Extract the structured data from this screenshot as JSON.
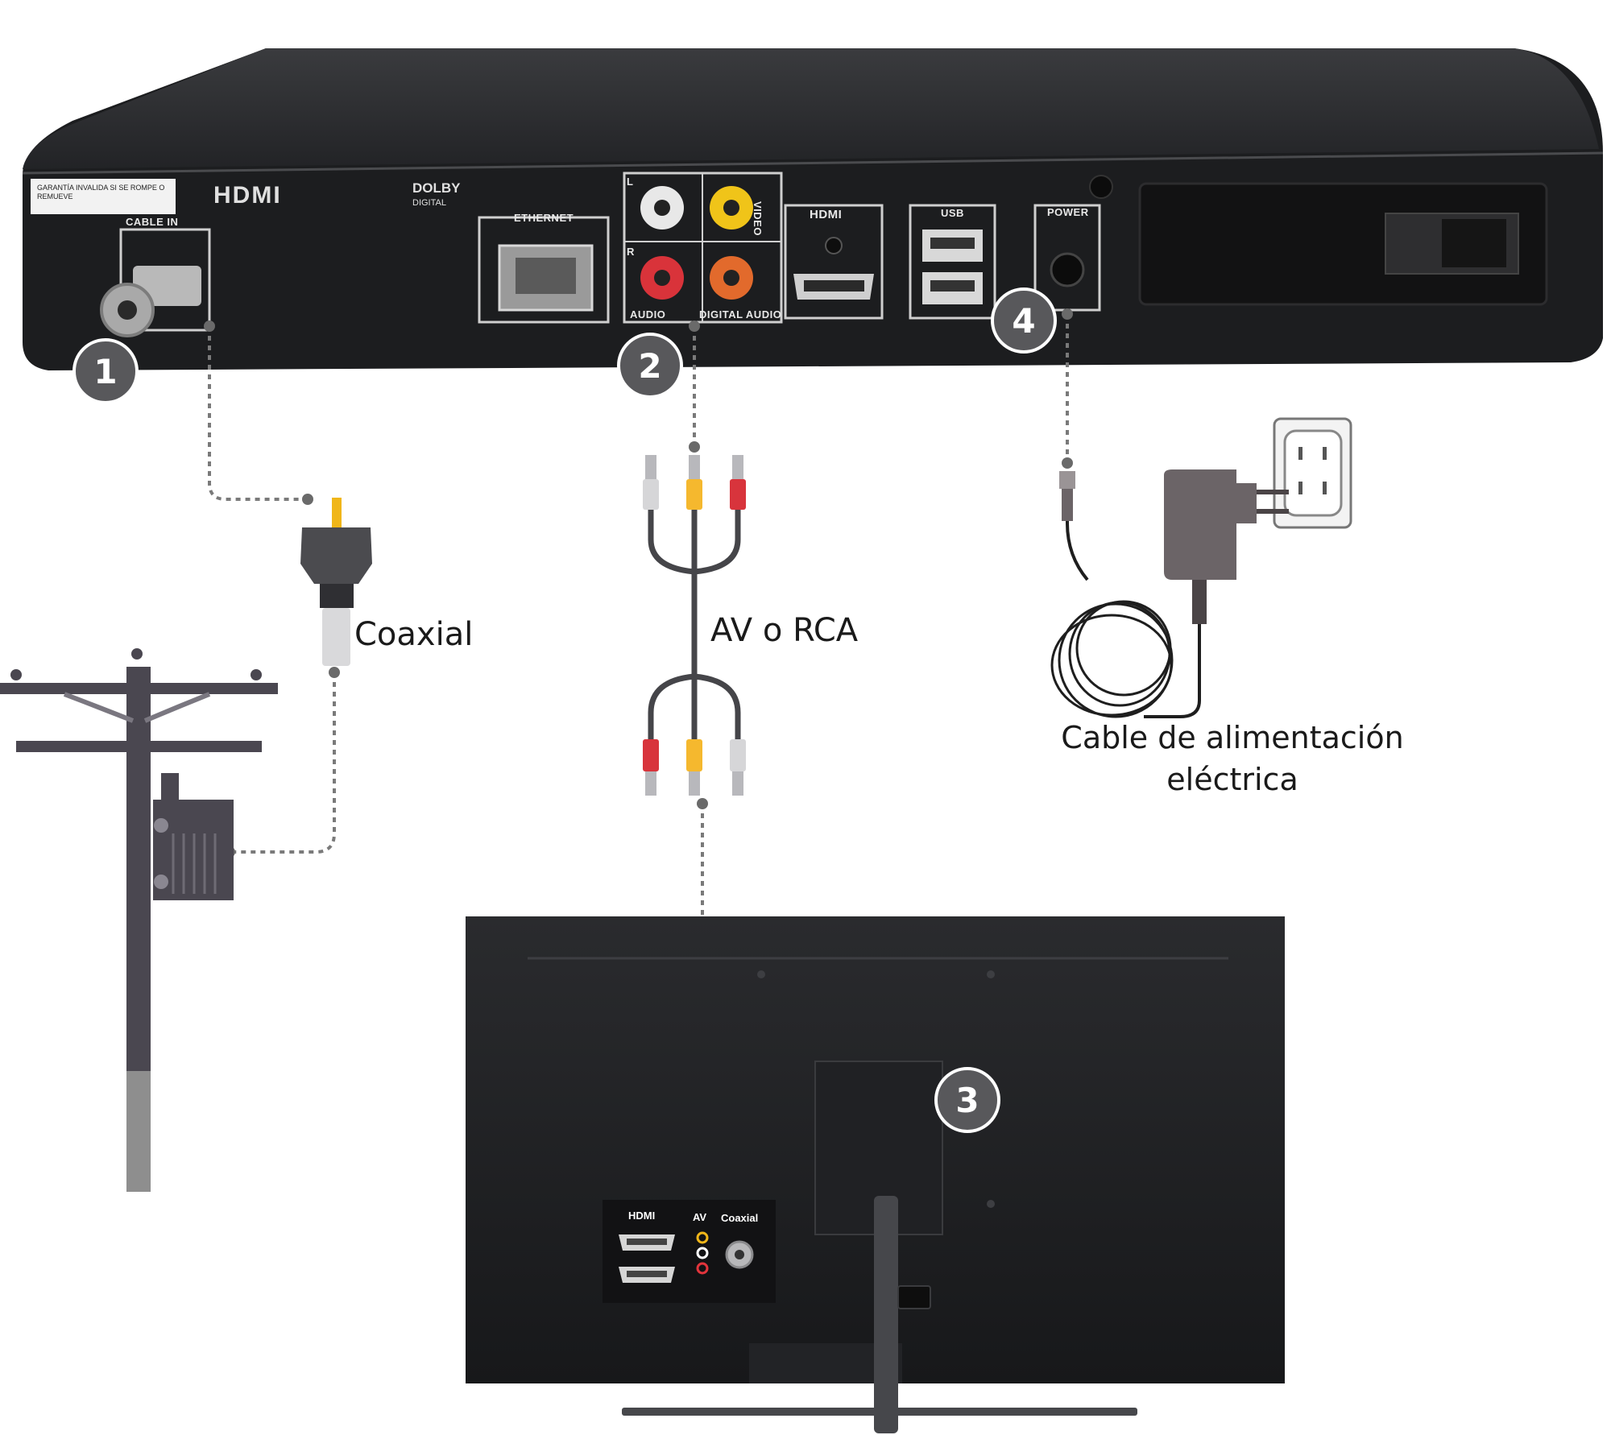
{
  "labels": {
    "coaxial": "Coaxial",
    "av_rca": "AV o RCA",
    "power_cable": "Cable de alimentación eléctrica"
  },
  "badges": [
    "1",
    "2",
    "3",
    "4"
  ],
  "device": {
    "warranty": "GARANTÍA INVALIDA SI SE ROMPE O REMUEVE",
    "hdmi_logo": "HDMI",
    "dolby": "DOLBY",
    "dolby_sub": "DIGITAL",
    "ports": {
      "cable_in": "CABLE IN",
      "ethernet": "ETHERNET",
      "audio": "AUDIO",
      "digital_audio": "DIGITAL AUDIO",
      "video": "VIDEO",
      "left": "L",
      "right": "R",
      "hdmi": "HDMI",
      "usb": "USB",
      "power": "POWER"
    }
  },
  "tv_panel": {
    "hdmi": "HDMI",
    "av": "AV",
    "coaxial": "Coaxial"
  },
  "colors": {
    "device_body": "#1b1c1e",
    "badge": "#58585b",
    "rca_white": "#d6d6d6",
    "rca_yellow": "#f5b82e",
    "rca_red": "#d8343c",
    "pole": "#4a4750",
    "adapter": "#6b6467"
  }
}
